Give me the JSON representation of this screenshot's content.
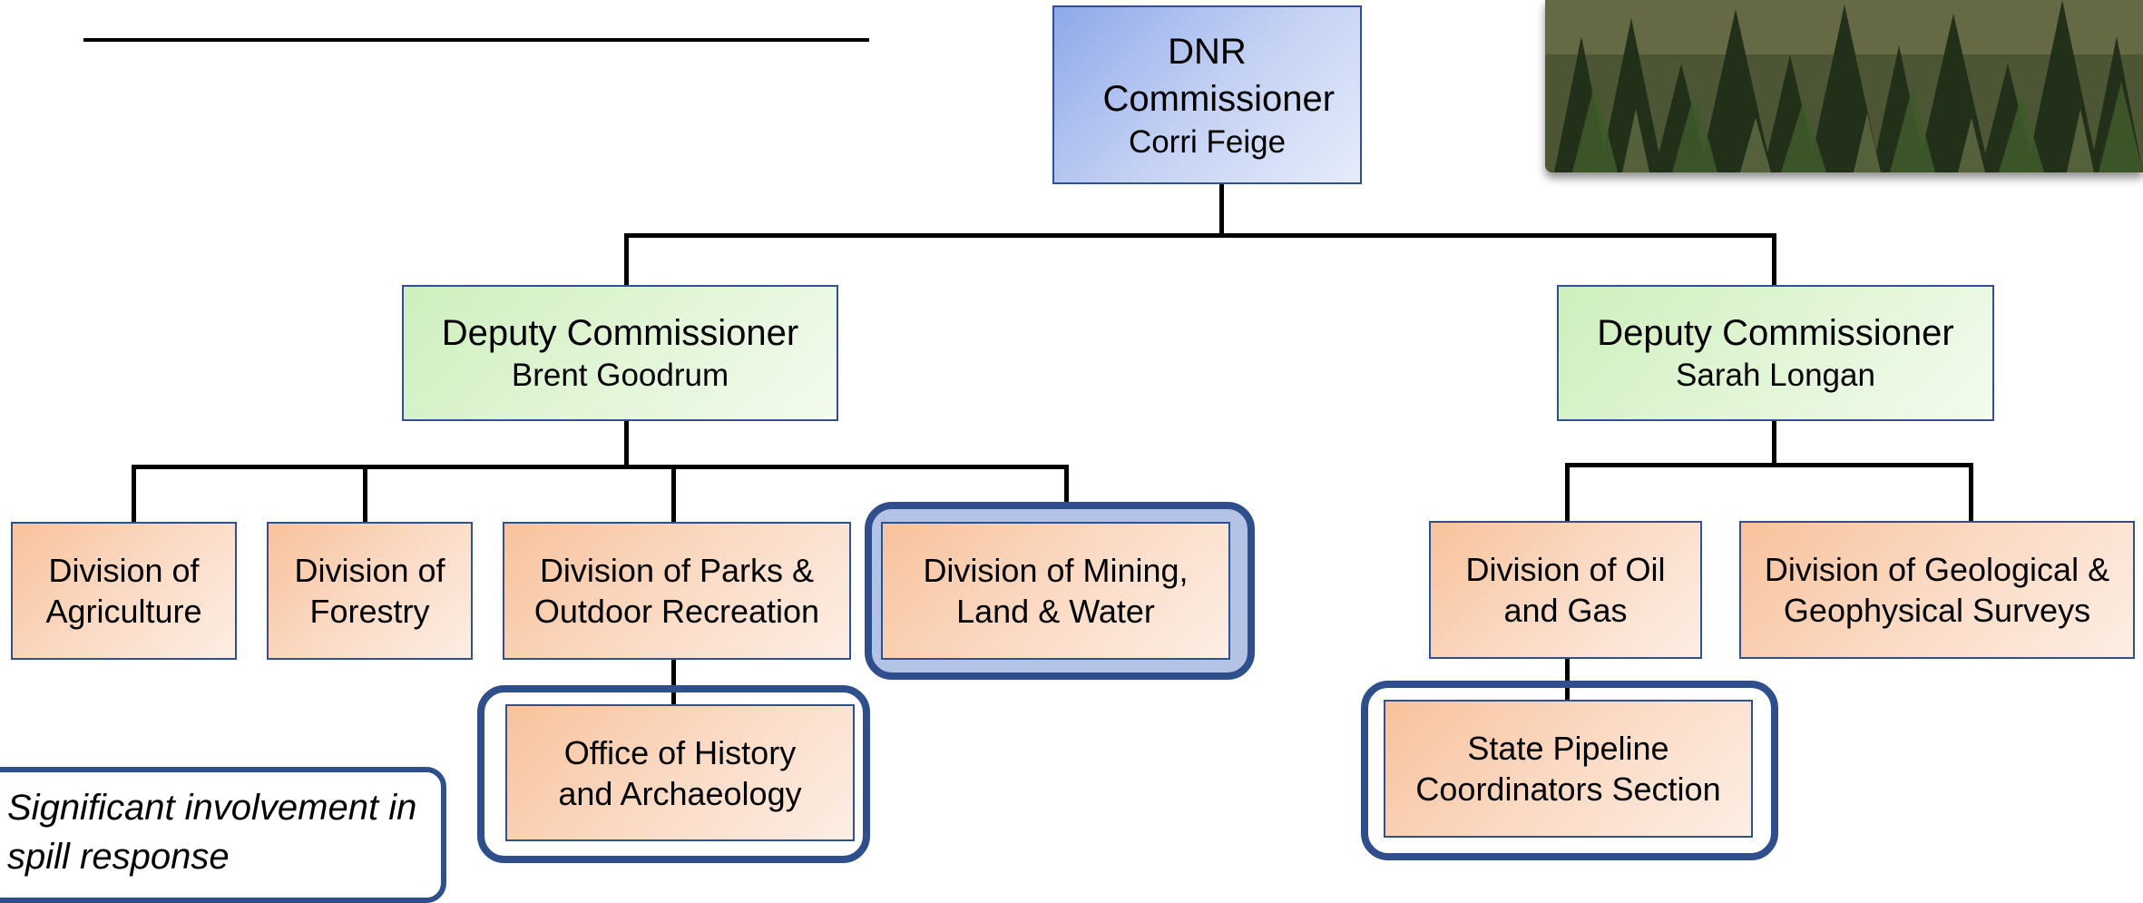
{
  "commissioner": {
    "title": "DNR Commissioner",
    "name": "Corri Feige"
  },
  "deputies": [
    {
      "title": "Deputy Commissioner",
      "name": "Brent Goodrum"
    },
    {
      "title": "Deputy Commissioner",
      "name": "Sarah Longan"
    }
  ],
  "divisions": [
    {
      "label": "Division of Agriculture"
    },
    {
      "label": "Division of Forestry"
    },
    {
      "label": "Division of Parks & Outdoor Recreation"
    },
    {
      "label": "Division of Mining, Land & Water",
      "spill_response": true
    },
    {
      "label": "Division of Oil and Gas"
    },
    {
      "label": "Division of Geological & Geophysical Surveys"
    }
  ],
  "sub_units": [
    {
      "label": "Office of History and Archaeology",
      "spill_response": true
    },
    {
      "label": "State Pipeline Coordinators Section",
      "spill_response": true
    }
  ],
  "legend": {
    "text": "Significant involvement in spill response"
  },
  "colors": {
    "commissioner_fill": "#b7c8f1",
    "deputy_fill": "#e1f5d6",
    "division_fill": "#fbdac4",
    "border": "#2f528f",
    "highlight_border": "#2f4e8c",
    "highlight_fill": "#b3c3e6"
  },
  "photo": {
    "subject": "spruce-forest-photo"
  }
}
